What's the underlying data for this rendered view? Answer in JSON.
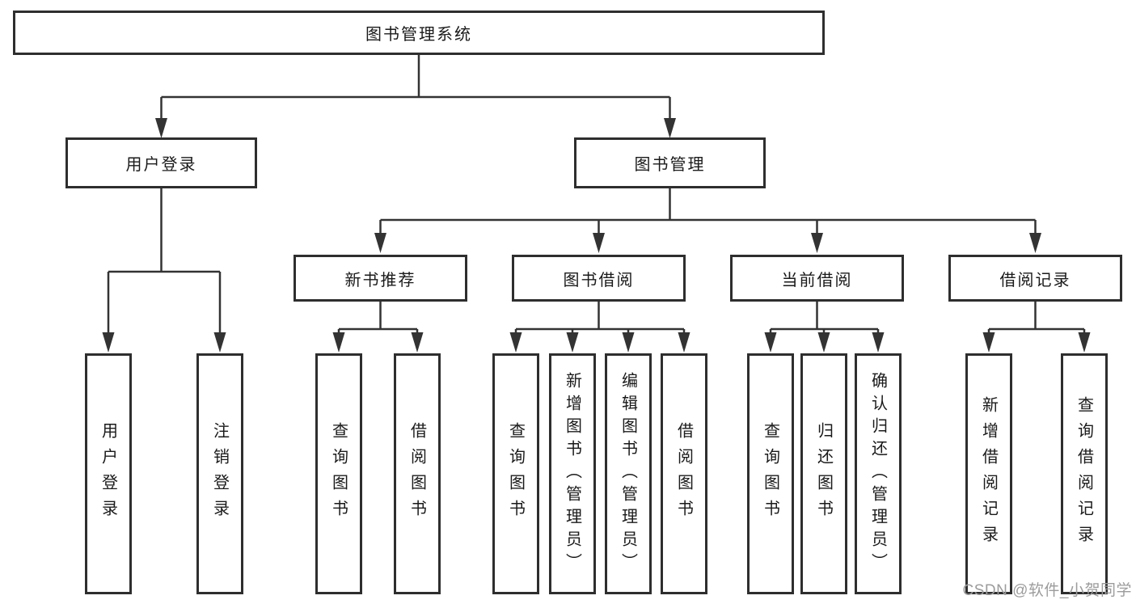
{
  "diagram": {
    "title": "图书管理系统",
    "level2": {
      "user_login": "用户登录",
      "book_management": "图书管理"
    },
    "level3": {
      "new_book_recommend": "新书推荐",
      "book_borrow": "图书借阅",
      "current_borrow": "当前借阅",
      "borrow_record": "借阅记录"
    },
    "leaves": {
      "user_login": "用户登录",
      "logout": "注销登录",
      "recommend_query_book": "查询图书",
      "recommend_borrow_book": "借阅图书",
      "borrow_query_book": "查询图书",
      "borrow_add_book_admin": "新增图书（管理员）",
      "borrow_edit_book_admin": "编辑图书（管理员）",
      "borrow_borrow_book": "借阅图书",
      "current_query_book": "查询图书",
      "current_return_book": "归还图书",
      "current_confirm_return_admin": "确认归还（管理员）",
      "record_add": "新增借阅记录",
      "record_query": "查询借阅记录"
    },
    "hierarchy": [
      {
        "parent": "图书管理系统",
        "children": [
          "用户登录",
          "图书管理"
        ]
      },
      {
        "parent": "用户登录",
        "children": [
          "用户登录",
          "注销登录"
        ]
      },
      {
        "parent": "图书管理",
        "children": [
          "新书推荐",
          "图书借阅",
          "当前借阅",
          "借阅记录"
        ]
      },
      {
        "parent": "新书推荐",
        "children": [
          "查询图书",
          "借阅图书"
        ]
      },
      {
        "parent": "图书借阅",
        "children": [
          "查询图书",
          "新增图书（管理员）",
          "编辑图书（管理员）",
          "借阅图书"
        ]
      },
      {
        "parent": "当前借阅",
        "children": [
          "查询图书",
          "归还图书",
          "确认归还（管理员）"
        ]
      },
      {
        "parent": "借阅记录",
        "children": [
          "新增借阅记录",
          "查询借阅记录"
        ]
      }
    ],
    "colors": {
      "line": "#333333",
      "box_border": "#2e2e2e",
      "text": "#1a1a1a",
      "watermark": "#9c9c9c",
      "background": "#ffffff"
    }
  },
  "watermark": "CSDN @软件_小贺同学"
}
